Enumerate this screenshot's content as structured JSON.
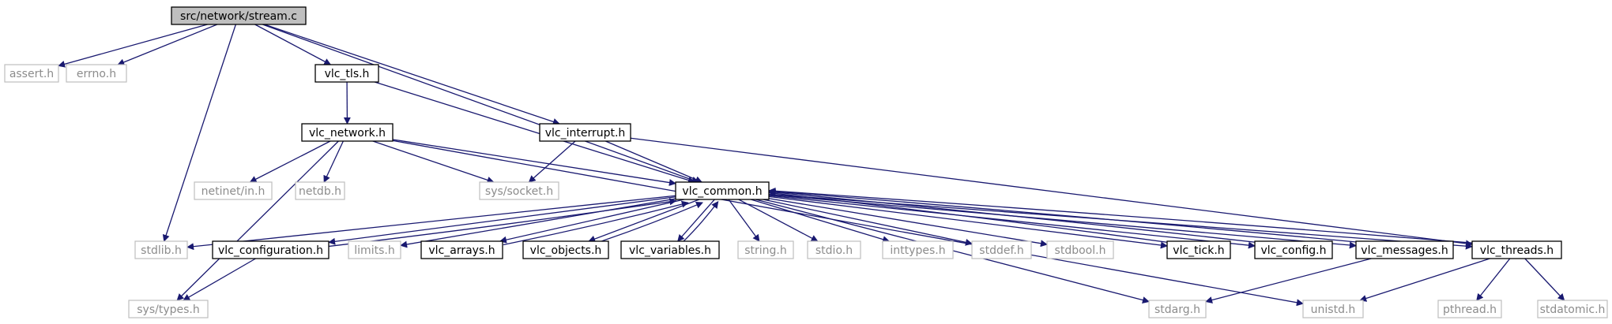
{
  "graph": {
    "title": "src/network/stream.c",
    "nodes": [
      {
        "id": "stream",
        "label": "src/network/stream.c",
        "style": "root"
      },
      {
        "id": "assert",
        "label": "assert.h",
        "style": "ghost"
      },
      {
        "id": "errno",
        "label": "errno.h",
        "style": "ghost"
      },
      {
        "id": "vlc_tls",
        "label": "vlc_tls.h",
        "style": "solid"
      },
      {
        "id": "vlc_interrupt",
        "label": "vlc_interrupt.h",
        "style": "solid"
      },
      {
        "id": "vlc_network",
        "label": "vlc_network.h",
        "style": "solid"
      },
      {
        "id": "netinet_in",
        "label": "netinet/in.h",
        "style": "ghost"
      },
      {
        "id": "netdb",
        "label": "netdb.h",
        "style": "ghost"
      },
      {
        "id": "sys_socket",
        "label": "sys/socket.h",
        "style": "ghost"
      },
      {
        "id": "vlc_common",
        "label": "vlc_common.h",
        "style": "solid"
      },
      {
        "id": "stdlib",
        "label": "stdlib.h",
        "style": "ghost"
      },
      {
        "id": "vlc_configuration",
        "label": "vlc_configuration.h",
        "style": "solid"
      },
      {
        "id": "limits",
        "label": "limits.h",
        "style": "ghost"
      },
      {
        "id": "vlc_arrays",
        "label": "vlc_arrays.h",
        "style": "solid"
      },
      {
        "id": "vlc_objects",
        "label": "vlc_objects.h",
        "style": "solid"
      },
      {
        "id": "vlc_variables",
        "label": "vlc_variables.h",
        "style": "solid"
      },
      {
        "id": "string",
        "label": "string.h",
        "style": "ghost"
      },
      {
        "id": "stdio",
        "label": "stdio.h",
        "style": "ghost"
      },
      {
        "id": "inttypes",
        "label": "inttypes.h",
        "style": "ghost"
      },
      {
        "id": "stddef",
        "label": "stddef.h",
        "style": "ghost"
      },
      {
        "id": "stdbool",
        "label": "stdbool.h",
        "style": "ghost"
      },
      {
        "id": "vlc_tick",
        "label": "vlc_tick.h",
        "style": "solid"
      },
      {
        "id": "vlc_config",
        "label": "vlc_config.h",
        "style": "solid"
      },
      {
        "id": "vlc_messages",
        "label": "vlc_messages.h",
        "style": "solid"
      },
      {
        "id": "vlc_threads",
        "label": "vlc_threads.h",
        "style": "solid"
      },
      {
        "id": "sys_types",
        "label": "sys/types.h",
        "style": "ghost"
      },
      {
        "id": "stdarg",
        "label": "stdarg.h",
        "style": "ghost"
      },
      {
        "id": "unistd",
        "label": "unistd.h",
        "style": "ghost"
      },
      {
        "id": "pthread",
        "label": "pthread.h",
        "style": "ghost"
      },
      {
        "id": "stdatomic",
        "label": "stdatomic.h",
        "style": "ghost"
      }
    ],
    "edges": [
      {
        "from": "stream",
        "to": "assert"
      },
      {
        "from": "stream",
        "to": "errno"
      },
      {
        "from": "stream",
        "to": "vlc_tls"
      },
      {
        "from": "stream",
        "to": "vlc_common"
      },
      {
        "from": "stream",
        "to": "vlc_interrupt"
      },
      {
        "from": "stream",
        "to": "stdlib"
      },
      {
        "from": "vlc_tls",
        "to": "vlc_network"
      },
      {
        "from": "vlc_tls",
        "to": "vlc_common"
      },
      {
        "from": "vlc_network",
        "to": "netinet_in"
      },
      {
        "from": "vlc_network",
        "to": "netdb"
      },
      {
        "from": "vlc_network",
        "to": "sys_socket"
      },
      {
        "from": "vlc_network",
        "to": "vlc_common"
      },
      {
        "from": "vlc_network",
        "to": "sys_types"
      },
      {
        "from": "vlc_network",
        "to": "unistd"
      },
      {
        "from": "vlc_interrupt",
        "to": "sys_socket"
      },
      {
        "from": "vlc_interrupt",
        "to": "vlc_common"
      },
      {
        "from": "vlc_interrupt",
        "to": "vlc_threads"
      },
      {
        "from": "vlc_common",
        "to": "stdlib"
      },
      {
        "from": "vlc_common",
        "to": "vlc_configuration"
      },
      {
        "from": "vlc_common",
        "to": "limits"
      },
      {
        "from": "vlc_common",
        "to": "vlc_arrays"
      },
      {
        "from": "vlc_common",
        "to": "vlc_objects"
      },
      {
        "from": "vlc_common",
        "to": "vlc_variables"
      },
      {
        "from": "vlc_common",
        "to": "string"
      },
      {
        "from": "vlc_common",
        "to": "stdio"
      },
      {
        "from": "vlc_common",
        "to": "inttypes"
      },
      {
        "from": "vlc_common",
        "to": "stddef"
      },
      {
        "from": "vlc_common",
        "to": "stdbool"
      },
      {
        "from": "vlc_common",
        "to": "vlc_tick"
      },
      {
        "from": "vlc_common",
        "to": "vlc_config"
      },
      {
        "from": "vlc_common",
        "to": "vlc_messages"
      },
      {
        "from": "vlc_common",
        "to": "vlc_threads"
      },
      {
        "from": "vlc_common",
        "to": "stdarg"
      },
      {
        "from": "vlc_configuration",
        "to": "vlc_common"
      },
      {
        "from": "vlc_configuration",
        "to": "sys_types"
      },
      {
        "from": "vlc_arrays",
        "to": "vlc_common"
      },
      {
        "from": "vlc_objects",
        "to": "vlc_common"
      },
      {
        "from": "vlc_variables",
        "to": "vlc_common"
      },
      {
        "from": "vlc_tick",
        "to": "vlc_common"
      },
      {
        "from": "vlc_config",
        "to": "vlc_common"
      },
      {
        "from": "vlc_messages",
        "to": "vlc_common"
      },
      {
        "from": "vlc_messages",
        "to": "stdarg"
      },
      {
        "from": "vlc_threads",
        "to": "vlc_common"
      },
      {
        "from": "vlc_threads",
        "to": "unistd"
      },
      {
        "from": "vlc_threads",
        "to": "pthread"
      },
      {
        "from": "vlc_threads",
        "to": "stdatomic"
      }
    ],
    "colors": {
      "edge": "#191970",
      "root_fill": "#bfbfbf",
      "ghost_border": "#bfbfbf",
      "ghost_text": "#8c8c8c"
    }
  }
}
